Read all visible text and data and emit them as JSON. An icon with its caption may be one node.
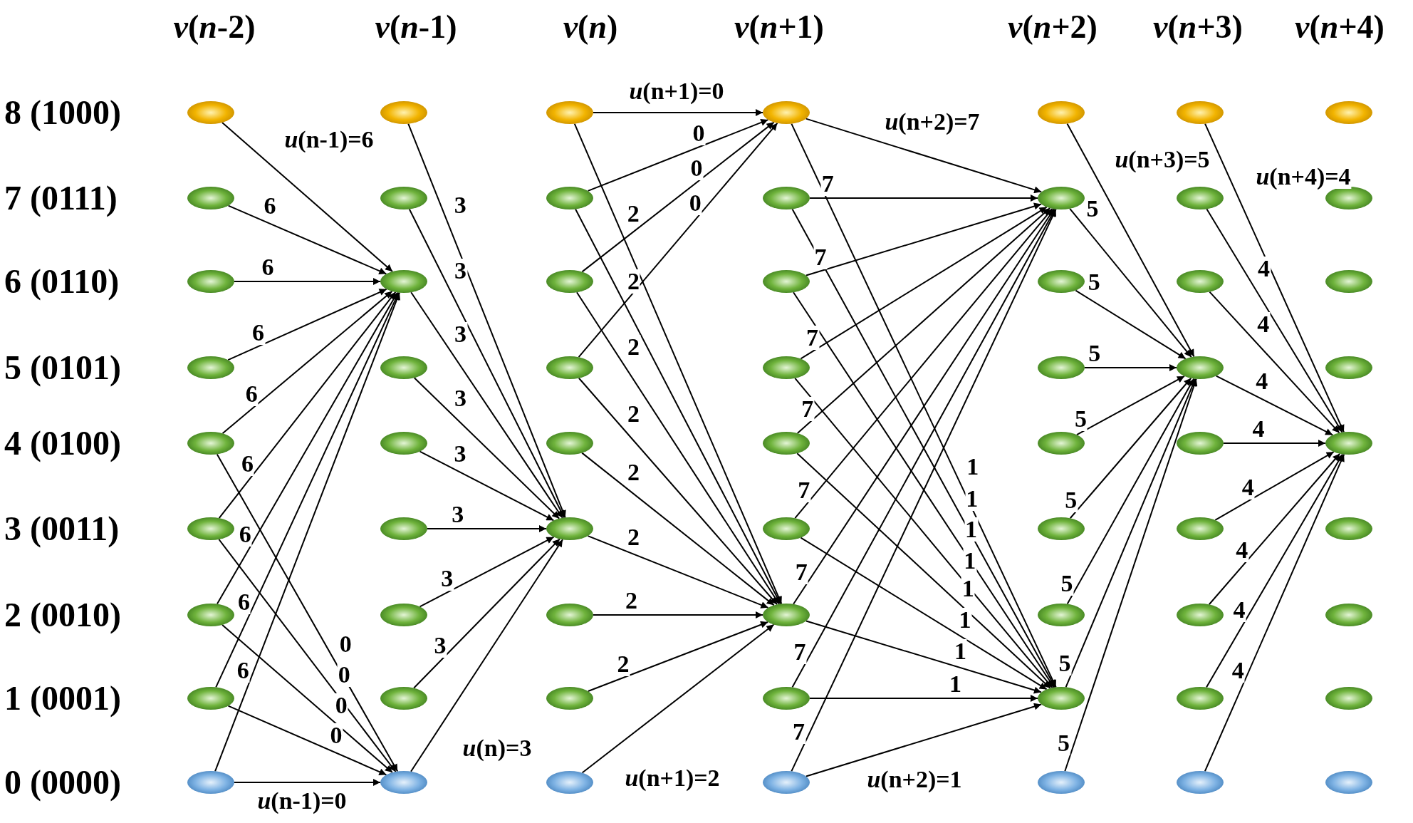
{
  "diagram": {
    "nodes": [
      {
        "text": [],
        "shape": "ellipse"
      },
      {
        "text": [],
        "shape": "ellipse"
      },
      {
        "text": [],
        "shape": "ellipse"
      },
      {
        "text": [],
        "shape": "ellipse"
      },
      {
        "text": [],
        "shape": "ellipse"
      },
      {
        "text": [],
        "shape": "ellipse"
      },
      {
        "text": [],
        "shape": "ellipse"
      },
      {
        "text": [],
        "shape": "ellipse"
      },
      {
        "text": [],
        "shape": "ellipse"
      },
      {
        "text": [],
        "shape": "ellipse"
      },
      {
        "text": [],
        "shape": "ellipse"
      },
      {
        "text": [],
        "shape": "ellipse"
      },
      {
        "text": [],
        "shape": "ellipse"
      },
      {
        "text": [],
        "shape": "ellipse"
      },
      {
        "text": [],
        "shape": "ellipse"
      },
      {
        "text": [],
        "shape": "ellipse"
      },
      {
        "text": [],
        "shape": "ellipse"
      },
      {
        "text": [],
        "shape": "ellipse"
      },
      {
        "text": [],
        "shape": "ellipse"
      },
      {
        "text": [],
        "shape": "ellipse"
      },
      {
        "text": [],
        "shape": "ellipse"
      },
      {
        "text": [],
        "shape": "ellipse"
      },
      {
        "text": [],
        "shape": "ellipse"
      },
      {
        "text": [],
        "shape": "ellipse"
      },
      {
        "text": [],
        "shape": "ellipse"
      },
      {
        "text": [],
        "shape": "ellipse"
      },
      {
        "text": [],
        "shape": "ellipse"
      },
      {
        "text": [],
        "shape": "ellipse"
      },
      {
        "text": [],
        "shape": "ellipse"
      },
      {
        "text": [],
        "shape": "ellipse"
      },
      {
        "text": [],
        "shape": "ellipse"
      },
      {
        "text": [],
        "shape": "ellipse"
      },
      {
        "text": [],
        "shape": "ellipse"
      },
      {
        "text": [],
        "shape": "ellipse"
      },
      {
        "text": [],
        "shape": "ellipse"
      },
      {
        "text": [],
        "shape": "ellipse"
      },
      {
        "text": [],
        "shape": "ellipse"
      },
      {
        "text": [],
        "shape": "ellipse"
      },
      {
        "text": [],
        "shape": "ellipse"
      },
      {
        "text": [],
        "shape": "ellipse"
      },
      {
        "text": [],
        "shape": "ellipse"
      },
      {
        "text": [],
        "shape": "ellipse"
      },
      {
        "text": [],
        "shape": "ellipse"
      },
      {
        "text": [],
        "shape": "ellipse"
      },
      {
        "text": [],
        "shape": "ellipse"
      },
      {
        "text": [],
        "shape": "ellipse"
      },
      {
        "text": [],
        "shape": "ellipse"
      },
      {
        "text": [],
        "shape": "ellipse"
      },
      {
        "text": [],
        "shape": "ellipse"
      },
      {
        "text": [],
        "shape": "ellipse"
      },
      {
        "text": [],
        "shape": "ellipse"
      },
      {
        "text": [],
        "shape": "ellipse"
      },
      {
        "text": [],
        "shape": "ellipse"
      },
      {
        "text": [],
        "shape": "ellipse"
      },
      {
        "text": [],
        "shape": "ellipse"
      },
      {
        "text": [],
        "shape": "ellipse"
      },
      {
        "text": [],
        "shape": "ellipse"
      },
      {
        "text": [],
        "shape": "ellipse"
      },
      {
        "text": [],
        "shape": "ellipse"
      },
      {
        "text": [],
        "shape": "ellipse"
      },
      {
        "text": [],
        "shape": "ellipse"
      },
      {
        "text": [],
        "shape": "ellipse"
      },
      {
        "text": [],
        "shape": "ellipse"
      }
    ],
    "edges": [
      {
        "from": 0,
        "to": 11,
        "arrow": "to",
        "label": "*u*(n-1)=6"
      },
      {
        "from": 1,
        "to": 11,
        "arrow": "to",
        "label": "6"
      },
      {
        "from": 2,
        "to": 11,
        "arrow": "to",
        "label": "6"
      },
      {
        "from": 3,
        "to": 11,
        "arrow": "to",
        "label": "6"
      },
      {
        "from": 4,
        "to": 11,
        "arrow": "to",
        "label": "6"
      },
      {
        "from": 5,
        "to": 11,
        "arrow": "to",
        "label": "6"
      },
      {
        "from": 6,
        "to": 11,
        "arrow": "to",
        "label": "6"
      },
      {
        "from": 7,
        "to": 11,
        "arrow": "to",
        "label": "6"
      },
      {
        "from": 8,
        "to": 11,
        "arrow": "to",
        "label": "6"
      },
      {
        "from": 4,
        "to": 17,
        "arrow": "to",
        "label": "0"
      },
      {
        "from": 5,
        "to": 17,
        "arrow": "to",
        "label": "0"
      },
      {
        "from": 6,
        "to": 17,
        "arrow": "to",
        "label": "0"
      },
      {
        "from": 7,
        "to": 17,
        "arrow": "to",
        "label": "0"
      },
      {
        "from": 8,
        "to": 17,
        "arrow": "to",
        "label": "*u*(n-1)=0"
      },
      {
        "from": 9,
        "to": 23,
        "arrow": "to",
        "label": "3"
      },
      {
        "from": 10,
        "to": 23,
        "arrow": "to",
        "label": "3"
      },
      {
        "from": 11,
        "to": 23,
        "arrow": "to",
        "label": "3"
      },
      {
        "from": 12,
        "to": 23,
        "arrow": "to",
        "label": "3"
      },
      {
        "from": 13,
        "to": 23,
        "arrow": "to",
        "label": "3"
      },
      {
        "from": 14,
        "to": 23,
        "arrow": "to",
        "label": "3"
      },
      {
        "from": 15,
        "to": 23,
        "arrow": "to",
        "label": "3"
      },
      {
        "from": 16,
        "to": 23,
        "arrow": "to",
        "label": "3"
      },
      {
        "from": 17,
        "to": 23,
        "arrow": "to",
        "label": "*u*(n)=3"
      },
      {
        "from": 18,
        "to": 27,
        "arrow": "to",
        "label": "*u*(n+1)=0"
      },
      {
        "from": 19,
        "to": 27,
        "arrow": "to",
        "label": "0"
      },
      {
        "from": 20,
        "to": 27,
        "arrow": "to",
        "label": "0"
      },
      {
        "from": 21,
        "to": 27,
        "arrow": "to",
        "label": "0"
      },
      {
        "from": 18,
        "to": 33,
        "arrow": "to",
        "label": "2"
      },
      {
        "from": 19,
        "to": 33,
        "arrow": "to",
        "label": "2"
      },
      {
        "from": 20,
        "to": 33,
        "arrow": "to",
        "label": "2"
      },
      {
        "from": 21,
        "to": 33,
        "arrow": "to",
        "label": "2"
      },
      {
        "from": 22,
        "to": 33,
        "arrow": "to",
        "label": "2"
      },
      {
        "from": 23,
        "to": 33,
        "arrow": "to",
        "label": "2"
      },
      {
        "from": 24,
        "to": 33,
        "arrow": "to",
        "label": "2"
      },
      {
        "from": 25,
        "to": 33,
        "arrow": "to",
        "label": "2"
      },
      {
        "from": 26,
        "to": 33,
        "arrow": "to",
        "label": "*u*(n+1)=2"
      },
      {
        "from": 27,
        "to": 37,
        "arrow": "to",
        "label": "*u*(n+2)=7"
      },
      {
        "from": 28,
        "to": 37,
        "arrow": "to",
        "label": "7"
      },
      {
        "from": 29,
        "to": 37,
        "arrow": "to",
        "label": "7"
      },
      {
        "from": 30,
        "to": 37,
        "arrow": "to",
        "label": "7"
      },
      {
        "from": 31,
        "to": 37,
        "arrow": "to",
        "label": "7"
      },
      {
        "from": 32,
        "to": 37,
        "arrow": "to",
        "label": "7"
      },
      {
        "from": 33,
        "to": 37,
        "arrow": "to",
        "label": "7"
      },
      {
        "from": 34,
        "to": 37,
        "arrow": "to",
        "label": "7"
      },
      {
        "from": 35,
        "to": 37,
        "arrow": "to",
        "label": "7"
      },
      {
        "from": 27,
        "to": 43,
        "arrow": "to",
        "label": "1"
      },
      {
        "from": 28,
        "to": 43,
        "arrow": "to",
        "label": "1"
      },
      {
        "from": 29,
        "to": 43,
        "arrow": "to",
        "label": "1"
      },
      {
        "from": 30,
        "to": 43,
        "arrow": "to",
        "label": "1"
      },
      {
        "from": 31,
        "to": 43,
        "arrow": "to",
        "label": "1"
      },
      {
        "from": 32,
        "to": 43,
        "arrow": "to",
        "label": "1"
      },
      {
        "from": 33,
        "to": 43,
        "arrow": "to",
        "label": "1"
      },
      {
        "from": 34,
        "to": 43,
        "arrow": "to",
        "label": "1"
      },
      {
        "from": 35,
        "to": 43,
        "arrow": "to",
        "label": "*u*(n+2)=1"
      },
      {
        "from": 36,
        "to": 48,
        "arrow": "to",
        "label": "*u*(n+3)=5"
      },
      {
        "from": 37,
        "to": 48,
        "arrow": "to",
        "label": "5"
      },
      {
        "from": 38,
        "to": 48,
        "arrow": "to",
        "label": "5"
      },
      {
        "from": 39,
        "to": 48,
        "arrow": "to",
        "label": "5"
      },
      {
        "from": 40,
        "to": 48,
        "arrow": "to",
        "label": "5"
      },
      {
        "from": 41,
        "to": 48,
        "arrow": "to",
        "label": "5"
      },
      {
        "from": 42,
        "to": 48,
        "arrow": "to",
        "label": "5"
      },
      {
        "from": 43,
        "to": 48,
        "arrow": "to",
        "label": "5"
      },
      {
        "from": 44,
        "to": 48,
        "arrow": "to",
        "label": "5"
      },
      {
        "from": 45,
        "to": 58,
        "arrow": "to",
        "label": "*u*(n+4)=4"
      },
      {
        "from": 46,
        "to": 58,
        "arrow": "to",
        "label": "4"
      },
      {
        "from": 47,
        "to": 58,
        "arrow": "to",
        "label": "4"
      },
      {
        "from": 48,
        "to": 58,
        "arrow": "to",
        "label": "4"
      },
      {
        "from": 49,
        "to": 58,
        "arrow": "to",
        "label": "4"
      },
      {
        "from": 50,
        "to": 58,
        "arrow": "to",
        "label": "4"
      },
      {
        "from": 51,
        "to": 58,
        "arrow": "to",
        "label": "4"
      },
      {
        "from": 52,
        "to": 58,
        "arrow": "to",
        "label": "4"
      },
      {
        "from": 53,
        "to": 58,
        "arrow": "to",
        "label": "4"
      }
    ],
    "labels": [
      "*v*(*n*-2)",
      "*v*(*n*-1)",
      "*v*(*n*)",
      "*v*(*n*+1)",
      "*v*(*n*+2)",
      "*v*(*n*+3)",
      "*v*(*n*+4)",
      "8 (1000)",
      "7 (0111)",
      "6 (0110)",
      "5 (0101)",
      "4 (0100)",
      "3 (0011)",
      "2 (0010)",
      "1 (0001)",
      "0 (0000)"
    ]
  }
}
